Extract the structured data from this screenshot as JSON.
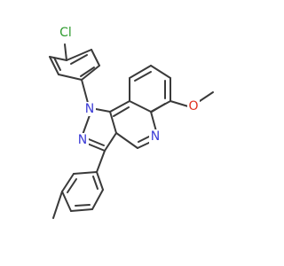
{
  "colors": {
    "bond": "#3a3a3a",
    "N": "#3b3bd6",
    "O": "#e0301e",
    "Cl": "#2e9b2e",
    "background": "#ffffff"
  },
  "atoms": {
    "cl": "Cl",
    "n1": "N",
    "n2": "N",
    "n_ring": "N",
    "o": "O"
  }
}
